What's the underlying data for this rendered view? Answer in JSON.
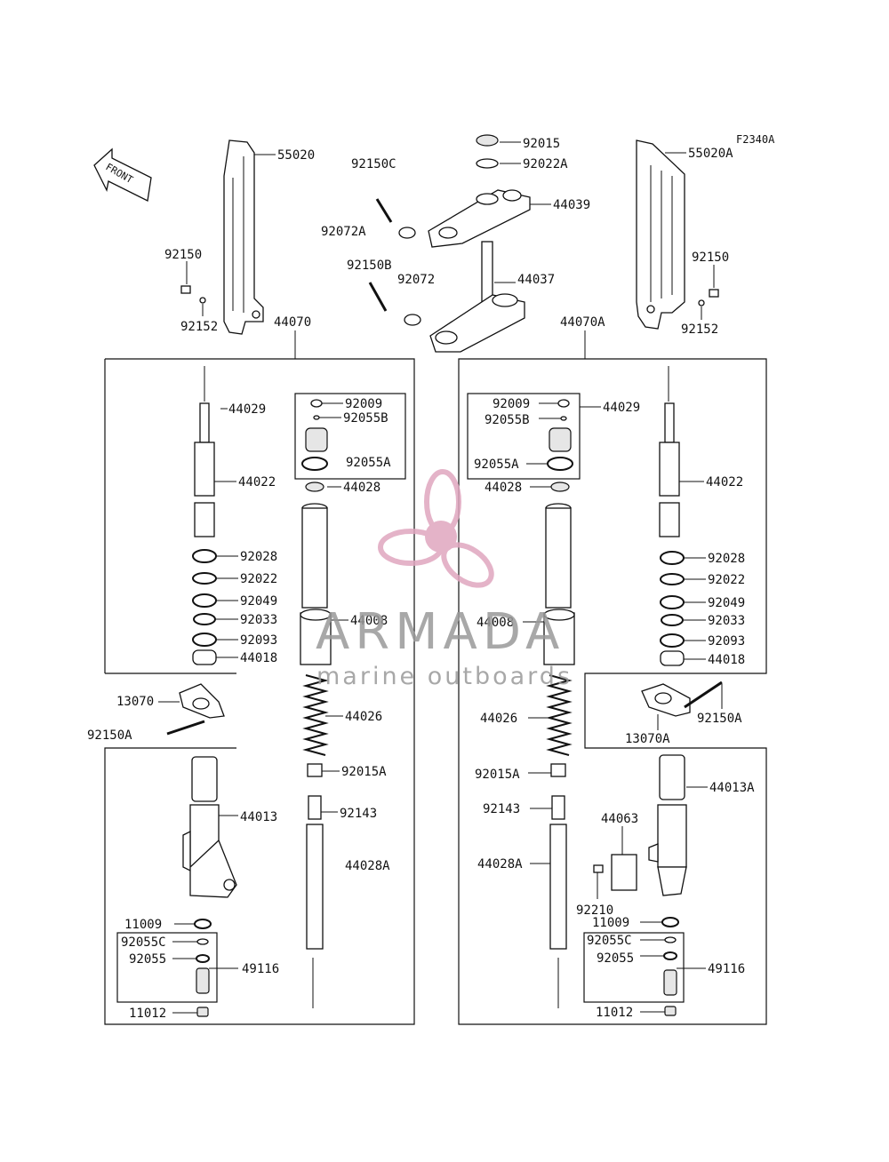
{
  "diagram_code": "F2340A",
  "front_label": "FRONT",
  "watermark": {
    "brand": "ARMADA",
    "tagline": "marine outboards",
    "color": "#e0a6bf"
  },
  "parts": {
    "p55020": "55020",
    "p55020A": "55020A",
    "p92150C": "92150C",
    "p92072A": "92072A",
    "p92015": "92015",
    "p92022A": "92022A",
    "p44039": "44039",
    "p92150B": "92150B",
    "p92072": "92072",
    "p44037": "44037",
    "p92150_l": "92150",
    "p92152_l": "92152",
    "p92150_r": "92150",
    "p92152_r": "92152",
    "p44070": "44070",
    "p44070A": "44070A",
    "L": {
      "p44029": "44029",
      "p92009": "92009",
      "p92055B": "92055B",
      "p44022": "44022",
      "p92055A": "92055A",
      "p44028": "44028",
      "p92028": "92028",
      "p92022": "92022",
      "p92049": "92049",
      "p92033": "92033",
      "p44008": "44008",
      "p92093": "92093",
      "p44018": "44018",
      "p13070": "13070",
      "p92150A": "92150A",
      "p44026": "44026",
      "p92015A": "92015A",
      "p44013": "44013",
      "p92143": "92143",
      "p44028A": "44028A",
      "p11009": "11009",
      "p92055C": "92055C",
      "p92055": "92055",
      "p49116": "49116",
      "p11012": "11012"
    },
    "R": {
      "p92009": "92009",
      "p44029": "44029",
      "p92055B": "92055B",
      "p92055A": "92055A",
      "p44028": "44028",
      "p44022": "44022",
      "p92028": "92028",
      "p92022": "92022",
      "p92049": "92049",
      "p44008": "44008",
      "p92033": "92033",
      "p92093": "92093",
      "p44018": "44018",
      "p92150A": "92150A",
      "p13070A": "13070A",
      "p44026": "44026",
      "p44013A": "44013A",
      "p92015A": "92015A",
      "p92143": "92143",
      "p44063": "44063",
      "p44028A": "44028A",
      "p92210": "92210",
      "p11009": "11009",
      "p92055C": "92055C",
      "p92055": "92055",
      "p49116": "49116",
      "p11012": "11012"
    }
  }
}
